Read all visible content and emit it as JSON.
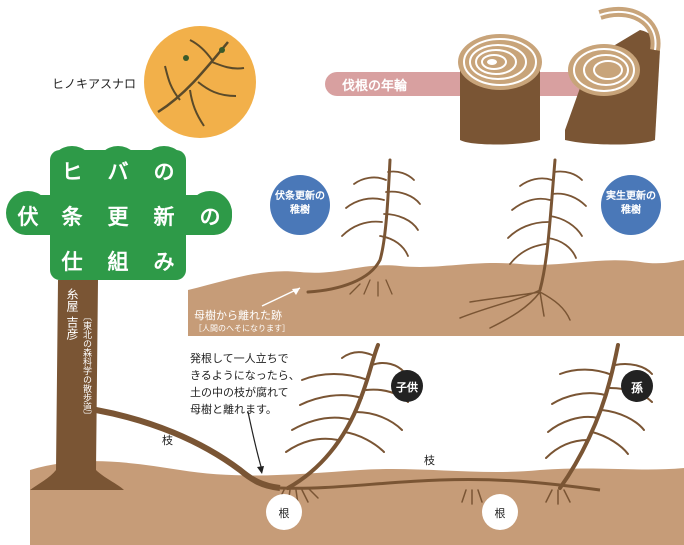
{
  "title": {
    "line1": [
      "ヒ",
      "バ",
      "の"
    ],
    "line2": [
      "伏",
      "条",
      "更",
      "新",
      "の"
    ],
    "line3": [
      "仕",
      "組",
      "み"
    ]
  },
  "author": {
    "name": "糸屋 吉彦",
    "affiliation": "〔東北の森科学の散歩道〕"
  },
  "labels": {
    "species": "ヒノキアスナロ",
    "rings": "伐根の年輪",
    "layering": "伏条更新の\n稚樹",
    "seedling": "実生更新の\n稚樹",
    "trace": "母樹から離れた跡",
    "trace_note": "［人間のへそになります］",
    "description": "発根して一人立ちで\nきるようになったら、\n土の中の枝が腐れて\n母樹と離れます。",
    "child": "子供",
    "grandchild": "孫",
    "branch1": "枝",
    "branch2": "枝",
    "root1": "根",
    "root2": "根"
  },
  "colors": {
    "green": "#2e9a48",
    "soil": "#c69c78",
    "bark": "#7a5534",
    "blue": "#4a78b8",
    "pink": "#d8a0a0",
    "orange": "#f2b04a",
    "badge": "#222222"
  }
}
